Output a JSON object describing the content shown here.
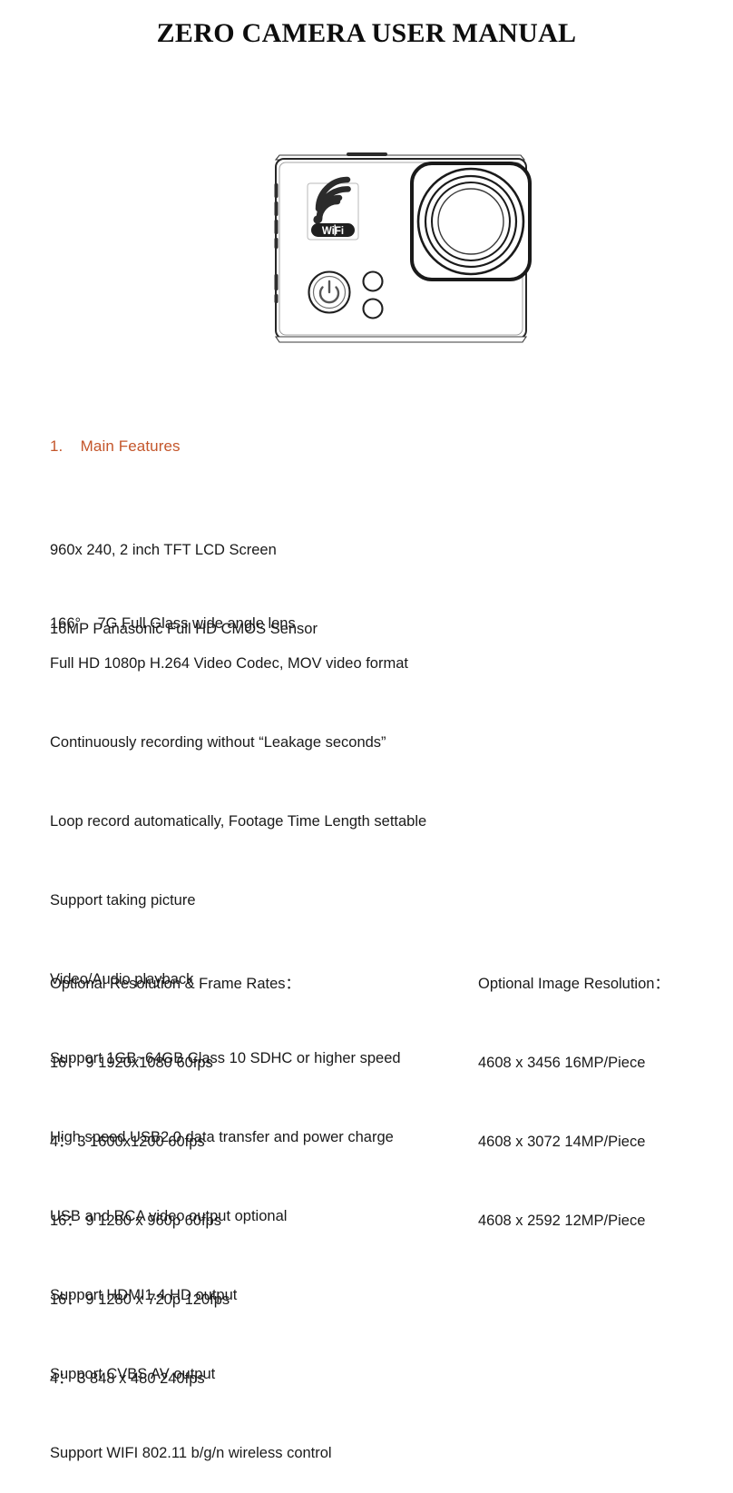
{
  "document": {
    "title": "ZERO CAMERA USER MANUAL"
  },
  "figure": {
    "name": "action-camera-front-view",
    "wifi_label": "WiFi",
    "parts": {
      "body": "camera-body",
      "wifi_logo": "wifi-logo",
      "power_button": "power-button",
      "small_button_top": "small-button-top",
      "small_button_bottom": "small-button-bottom",
      "lens": "lens-assembly"
    }
  },
  "section": {
    "number": "1.",
    "title": "Main Features",
    "heading_text": "1.    Main Features",
    "heading_color": "#C4562B"
  },
  "screen_specs": [
    "960x 240, 2 inch TFT LCD Screen",
    "16MP Panasonic Full HD CMOS Sensor"
  ],
  "lens_spec": [
    "166°    7G Full Glass wide angle lens"
  ],
  "features": [
    "Full HD 1080p H.264 Video Codec, MOV video format",
    "Continuously recording without “Leakage seconds”",
    "Loop record automatically, Footage Time Length settable",
    "Support taking picture",
    "Video/Audio playback",
    "Support 1GB~64GB Class 10 SDHC or higher speed",
    "High speed USB2.0 data transfer and power charge",
    "USB and RCA video output optional",
    "Support HDMI1.4 HD output",
    "Support CVBS AV output",
    "Support WIFI 802.11 b/g/n wireless control"
  ],
  "resolution_table": {
    "left_column": {
      "header": "Optional Resolution & Frame Rates：",
      "rows": [
        "16： 9 1920x1080 60fps",
        "4： 3 1600x1200 60fps",
        "16： 9 1280 x 960p 60fps",
        "16： 9 1280 x 720p 120fps",
        "4： 3 848 x 480 240fps"
      ]
    },
    "right_column": {
      "header": "Optional Image Resolution：",
      "rows": [
        "4608 x 3456 16MP/Piece",
        "4608 x 3072 14MP/Piece",
        "4608 x 2592 12MP/Piece"
      ]
    }
  }
}
